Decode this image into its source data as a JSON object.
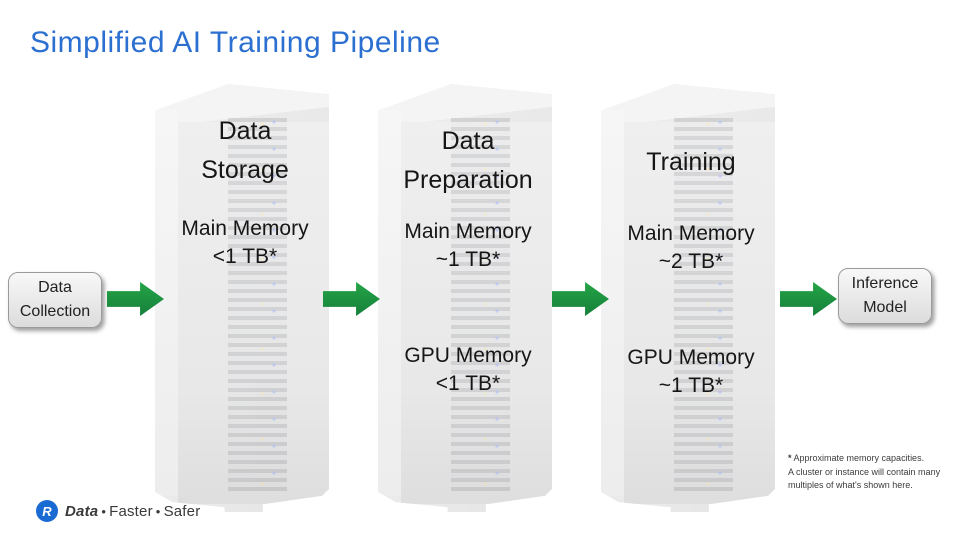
{
  "slide": {
    "title": "Simplified AI Training Pipeline"
  },
  "flow": {
    "input_box": {
      "line1": "Data",
      "line2": "Collection"
    },
    "output_box": {
      "line1": "Inference",
      "line2": "Model"
    }
  },
  "racks": [
    {
      "title_line1": "Data",
      "title_line2": "Storage",
      "main_memory_label": "Main Memory",
      "main_memory_value": "<1 TB*"
    },
    {
      "title_line1": "Data",
      "title_line2": "Preparation",
      "main_memory_label": "Main Memory",
      "main_memory_value": "~1 TB*",
      "gpu_memory_label": "GPU Memory",
      "gpu_memory_value": "<1 TB*"
    },
    {
      "title_line1": "Training",
      "main_memory_label": "Main Memory",
      "main_memory_value": "~2 TB*",
      "gpu_memory_label": "GPU Memory",
      "gpu_memory_value": "~1 TB*"
    }
  ],
  "footnote": {
    "marker": "*",
    "line1": " Approximate memory capacities.",
    "line2": "A cluster or instance will contain many",
    "line3": "multiples of what's shown here."
  },
  "footer": {
    "logo_letter": "R",
    "brand_first": "Data",
    "separator": "•",
    "brand_second": "Faster",
    "brand_third": "Safer"
  },
  "colors": {
    "title_blue": "#2b6fd1",
    "arrow_green": "#1f9c3e",
    "logo_blue": "#1a6ad4"
  }
}
